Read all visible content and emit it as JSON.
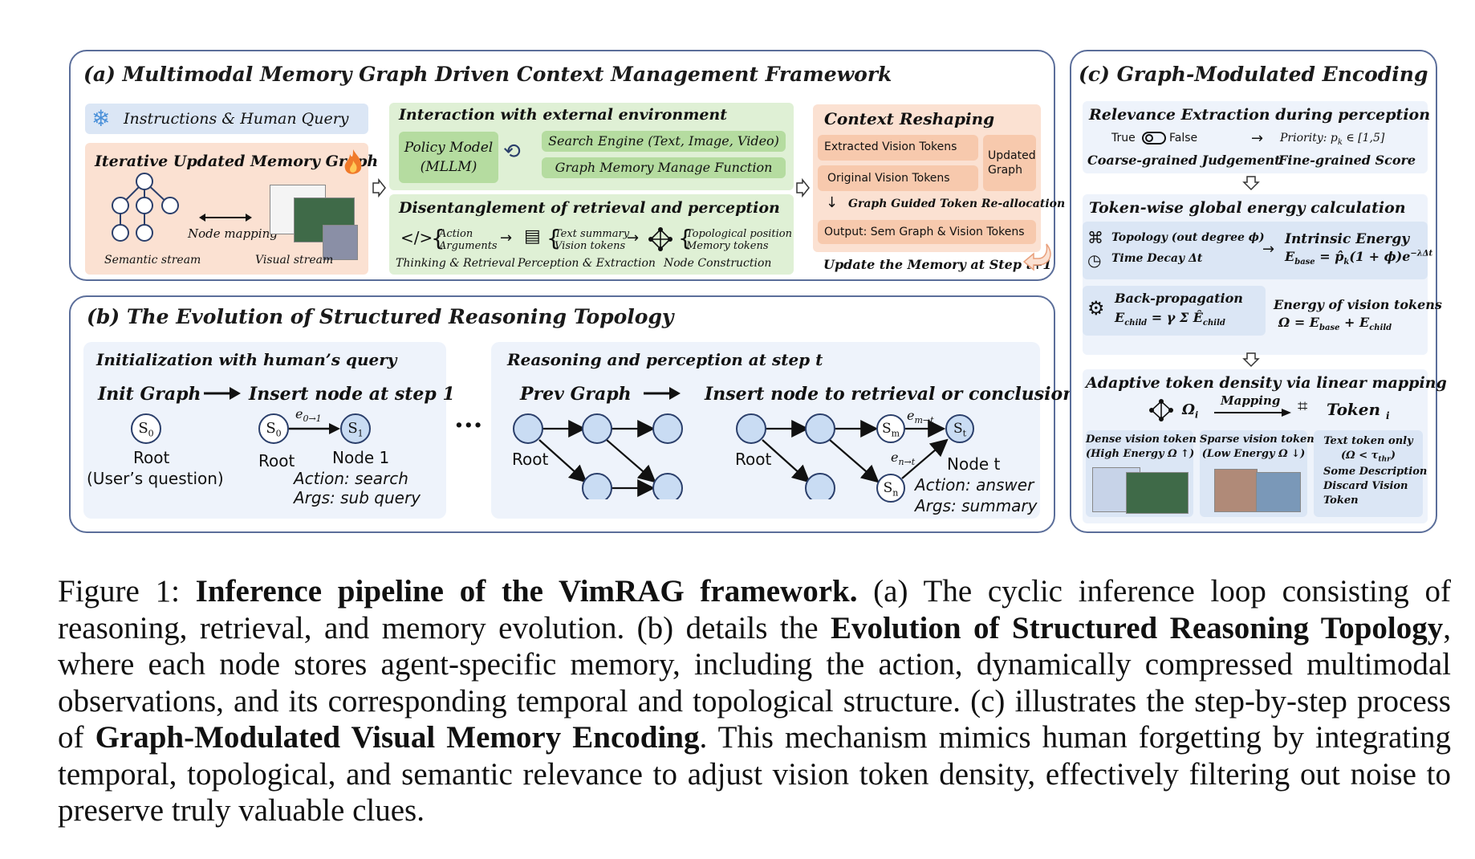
{
  "panel_a": {
    "title": "(a) Multimodal Memory Graph Driven Context Management Framework",
    "instructions": "Instructions & Human Query",
    "memory_graph": "Iterative Updated Memory Graph",
    "node_mapping": "Node mapping",
    "semantic_stream": "Semantic stream",
    "visual_stream": "Visual stream",
    "interaction_title": "Interaction with external environment",
    "policy_model": "Policy Model",
    "policy_model_sub": "(MLLM)",
    "search_engine": "Search Engine (Text, Image, Video)",
    "graph_memory_fn": "Graph Memory Manage Function",
    "disentangle_title": "Disentanglement of retrieval and perception",
    "action": "Action",
    "arguments": "Arguments",
    "text_summary": "Text summary",
    "vision_tokens": "Vision tokens",
    "topo_position": "Topological position",
    "memory_tokens": "Memory tokens",
    "thinking_retrieval": "Thinking & Retrieval",
    "perception_extraction": "Perception & Extraction",
    "node_construction": "Node Construction",
    "context_title": "Context Reshaping",
    "extracted_vision": "Extracted Vision Tokens",
    "original_vision": "Original Vision Tokens",
    "updated_graph": "Updated Graph",
    "graph_guided": "Graph Guided Token Re-allocation",
    "output": "Output: Sem Graph & Vision Tokens",
    "update_memory": "Update the Memory at Step t+1"
  },
  "panel_b": {
    "title": "(b) The Evolution of Structured Reasoning Topology",
    "init_title": "Initialization with human’s query",
    "init_graph": "Init Graph",
    "insert_step1": "Insert node at step 1",
    "s0": "S",
    "s0_sub": "0",
    "s1": "S",
    "s1_sub": "1",
    "edge01": "e",
    "edge01_sub": "0→1",
    "root": "Root",
    "users_question": "(User’s question)",
    "node1": "Node 1",
    "action_search": "Action: search",
    "args_subquery": "Args: sub query",
    "ellipsis": "···",
    "reasoning_title": "Reasoning and perception at step t",
    "prev_graph": "Prev Graph",
    "insert_retrieval": "Insert node to retrieval or conclusion",
    "sm": "S",
    "sm_sub": "m",
    "st": "S",
    "st_sub": "t",
    "sn": "S",
    "sn_sub": "n",
    "edge_mt": "e",
    "edge_mt_sub": "m→t",
    "edge_nt": "e",
    "edge_nt_sub": "n→t",
    "node_t": "Node t",
    "action_answer": "Action: answer",
    "args_summary": "Args: summary"
  },
  "panel_c": {
    "title": "(c) Graph-Modulated Encoding",
    "relevance_title": "Relevance Extraction during perception",
    "true_label": "True",
    "false_label": "False",
    "priority": "Priority: p",
    "priority_sub": "k",
    "priority_range": " ∈ [1,5]",
    "coarse": "Coarse-grained Judgement",
    "fine": "Fine-grained Score",
    "tokenwise_title": "Token-wise global energy calculation",
    "topology": "Topology (out degree ϕ)",
    "time_decay": "Time Decay Δt",
    "intrinsic": "Intrinsic Energy",
    "e_base_formula": "E",
    "e_base_sub": "base",
    "e_base_rhs": " = p̂",
    "e_base_rhs_sub": "k",
    "e_base_tail": "(1 + ϕ)e",
    "e_base_exp": "−λΔt",
    "backprop": "Back-propagation",
    "e_child": "E",
    "e_child_sub": "child",
    "e_child_rhs": " = γ Σ Ê",
    "e_child_rhs_sub": "child",
    "energy_vision": "Energy of vision tokens",
    "omega": "Ω = E",
    "omega_sub": "base",
    "omega_mid": " + E",
    "omega_sub2": "child",
    "adaptive_title": "Adaptive token density via linear mapping",
    "omega_i": "Ω",
    "omega_i_sub": "i",
    "mapping": "Mapping",
    "token": "Token",
    "token_sub": "i",
    "dense_title": "Dense vision token",
    "dense_sub": "(High Energy Ω ↑)",
    "sparse_title": "Sparse vision token",
    "sparse_sub": "(Low Energy Ω ↓)",
    "text_only": "Text token only",
    "text_only_cond": "(Ω < τ",
    "text_only_cond_sub": "thr",
    "text_only_close": ")",
    "some_desc": "Some Description",
    "discard": "Discard Vision",
    "token_word": "Token"
  },
  "caption": {
    "fig_label": "Figure 1: ",
    "bold1": "Inference pipeline of the VimRAG framework.",
    "t1": " (a) The cyclic inference loop consisting of reasoning, retrieval, and memory evolution. (b) details the ",
    "bold2": "Evolution of Structured Reasoning Topology",
    "t2": ", where each node stores agent-specific memory, including the action, dynamically compressed multimodal observations, and its corresponding temporal and topological structure. (c) illustrates the step-by-step process of ",
    "bold3": "Graph-Modulated Visual Memory Encoding",
    "t3": ". This mechanism mimics human forgetting by integrating temporal, topological, and semantic relevance to adjust vision token density, effectively filtering out noise to preserve truly valuable clues."
  },
  "colors": {
    "border": "#5b6e9a",
    "blue": "#dbe6f5",
    "peach": "#fbe1d2",
    "green": "#dff0d5",
    "dark_green": "#b5dca0",
    "node_fill": "#c9dcf3",
    "node_stroke": "#2b3f6b",
    "fire": "#f07a2a"
  },
  "icons": [
    "snowflake-icon",
    "fire-icon",
    "cycle-icon",
    "code-icon",
    "document-icon",
    "network-icon",
    "toggle-icon",
    "graph-icon",
    "clock-icon",
    "brain-icon",
    "eye-icon",
    "return-arrow-icon"
  ]
}
